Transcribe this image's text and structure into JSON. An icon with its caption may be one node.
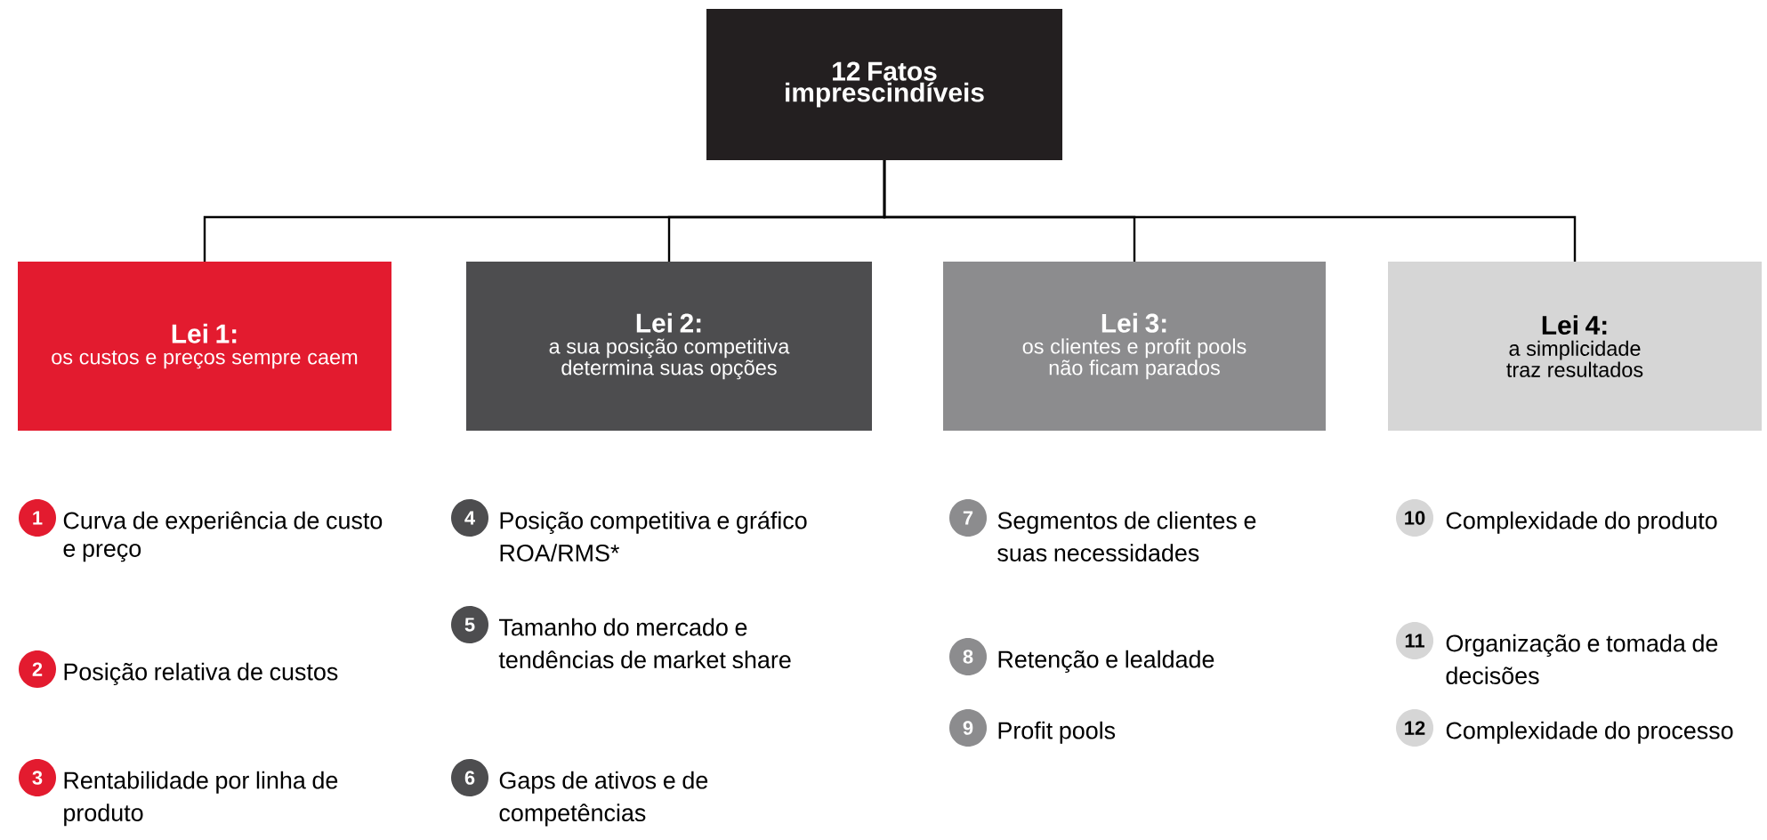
{
  "diagram": {
    "nodes": [
      {
        "text": [
          "12 Fatos imprescindíveis"
        ]
      },
      {
        "text": [
          "Lei 1:",
          "os custos e preços sempre caem"
        ]
      },
      {
        "text": [
          "Lei 2:",
          "a sua posição competitiva determina suas opções"
        ]
      },
      {
        "text": [
          "Lei 3:",
          "os clientes e profit pools não ficam parados"
        ]
      },
      {
        "text": [
          "Lei 4:",
          "a simplicidade traz resultados"
        ]
      },
      {
        "text": [
          "1"
        ],
        "beside": [
          "Curva de experiência de custo e preço"
        ]
      },
      {
        "text": [
          "2"
        ],
        "beside": [
          "Posição relativa de custos"
        ]
      },
      {
        "text": [
          "3"
        ],
        "beside": [
          "Rentabilidade por linha de produto"
        ]
      },
      {
        "text": [
          "4"
        ],
        "beside": [
          "Posição competitiva e gráfico ROA/RMS*"
        ]
      },
      {
        "text": [
          "5"
        ],
        "beside": [
          "Tamanho do mercado e tendências de market share"
        ]
      },
      {
        "text": [
          "6"
        ],
        "beside": [
          "Gaps de ativos e de competências"
        ]
      },
      {
        "text": [
          "7"
        ],
        "beside": [
          "Segmentos de clientes e suas necessidades"
        ]
      },
      {
        "text": [
          "8"
        ],
        "beside": [
          "Retenção e lealdade"
        ]
      },
      {
        "text": [
          "9"
        ],
        "beside": [
          "Profit pools"
        ]
      },
      {
        "text": [
          "10"
        ],
        "beside": [
          "Complexidade do produto"
        ]
      },
      {
        "text": [
          "11"
        ],
        "beside": [
          "Organização e tomada de decisões"
        ]
      },
      {
        "text": [
          "12"
        ],
        "beside": [
          "Complexidade do processo"
        ]
      }
    ],
    "edges": [
      {
        "from": 0,
        "to": 1,
        "arrow": "none"
      },
      {
        "from": 0,
        "to": 2,
        "arrow": "none"
      },
      {
        "from": 0,
        "to": 3,
        "arrow": "none"
      },
      {
        "from": 0,
        "to": 4,
        "arrow": "none"
      }
    ]
  }
}
